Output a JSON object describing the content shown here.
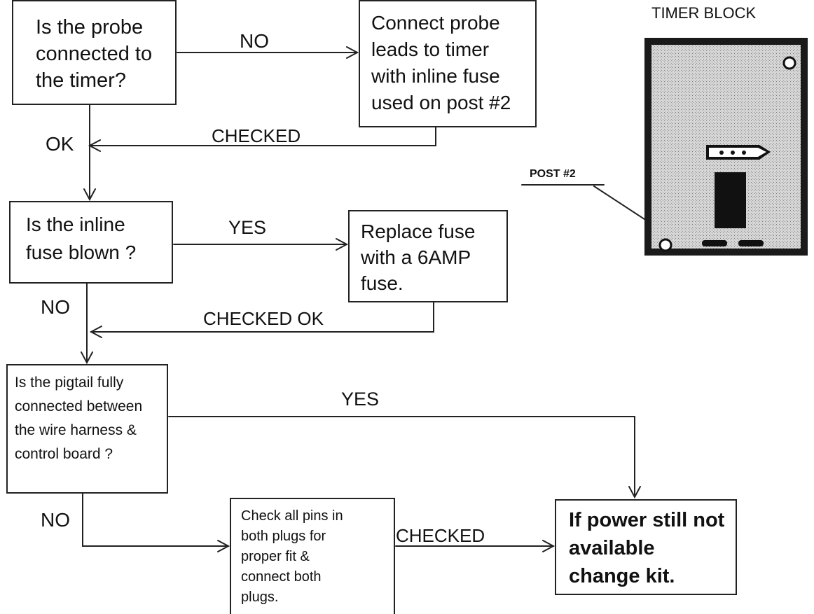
{
  "timer_block": {
    "title": "TIMER BLOCK",
    "post_label": "POST #2"
  },
  "boxes": {
    "probe_connected": "Is the probe connected to the timer?",
    "connect_probe": "Connect probe leads to timer with inline fuse used on post #2",
    "fuse_blown": "Is the inline fuse blown ?",
    "replace_fuse": "Replace fuse with a 6AMP fuse.",
    "pigtail": "Is the pigtail fully connected between the wire harness & control board ?",
    "check_pins": "Check all pins in both plugs for proper fit & connect both plugs.",
    "change_kit": "If power still not available change kit."
  },
  "edge_labels": {
    "no_1": "NO",
    "checked_1": "CHECKED",
    "ok": "OK",
    "yes_1": "YES",
    "no_2": "NO",
    "checked_ok": "CHECKED OK",
    "yes_2": "YES",
    "no_3": "NO",
    "checked_2": "CHECKED"
  },
  "colors": {
    "line": "#222222",
    "block_fill": "#c8c8c8",
    "block_border": "#1a1a1a"
  }
}
